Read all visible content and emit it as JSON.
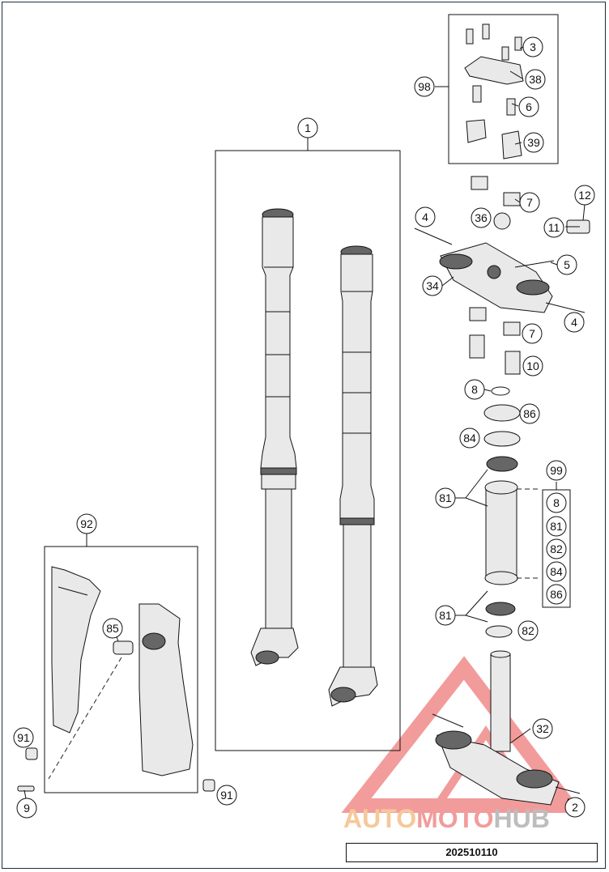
{
  "labels": {
    "fork_assembly": "1",
    "screw_2": "2",
    "screw_3": "3",
    "screw_4a": "4",
    "screw_4b": "4",
    "screw_5": "5",
    "screw_6": "6",
    "bushing_7a": "7",
    "bushing_7b": "7",
    "oring_8": "8",
    "screw_9": "9",
    "sleeve_10": "10",
    "clamp_11": "11",
    "screw_12": "12",
    "steering_stem_32": "32",
    "triple_clamp_34": "34",
    "nut_36": "36",
    "handlebar_clamp_38": "38",
    "handlebar_support_39": "39",
    "bearing_81a": "81",
    "bearing_81b": "81",
    "seal_82": "82",
    "seal_84": "84",
    "cover_85": "85",
    "cap_86": "86",
    "nut_91a": "91",
    "nut_91b": "91",
    "fork_protector_92": "92",
    "handlebar_kit_98": "98",
    "bearing_kit_99": "99"
  },
  "kit_99_items": [
    "8",
    "81",
    "82",
    "84",
    "86"
  ],
  "drawing_code": "202510110",
  "watermark": {
    "part1": "AUTO",
    "part2": "MOTO",
    "part3": "HUB"
  },
  "colors": {
    "line": "#111111",
    "watermark_red": "#e84a4a",
    "frame": "#1f2d3d"
  }
}
